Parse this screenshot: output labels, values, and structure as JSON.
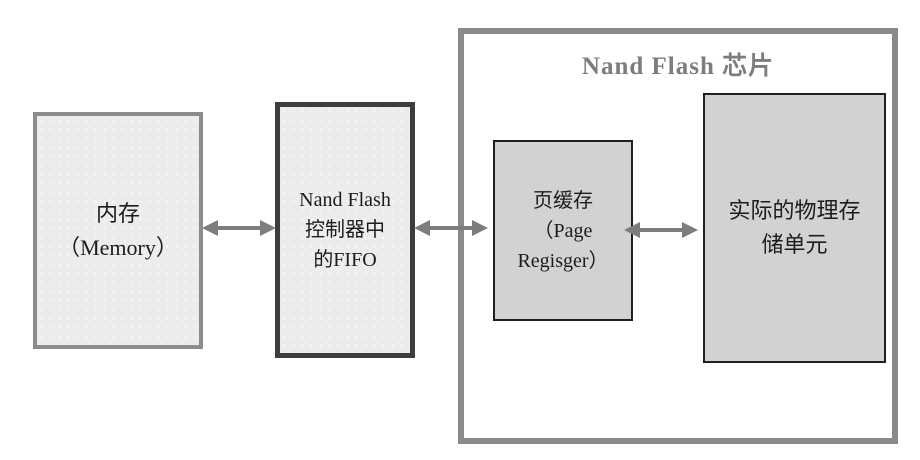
{
  "diagram": {
    "title": "Nand Flash 芯片",
    "memory": {
      "lines": [
        "内存",
        "（Memory）"
      ]
    },
    "fifo": {
      "lines": [
        "Nand Flash",
        "控制器中",
        "的FIFO"
      ]
    },
    "page_register": {
      "lines": [
        "页缓存",
        "（Page",
        "Regisger）"
      ]
    },
    "physical_storage": {
      "lines": [
        "实际的物理存",
        "储单元"
      ]
    },
    "arrows": [
      {
        "name": "memory-to-fifo",
        "direction": "bidirectional"
      },
      {
        "name": "fifo-to-page-register",
        "direction": "bidirectional"
      },
      {
        "name": "page-register-to-physical-storage",
        "direction": "bidirectional"
      }
    ],
    "colors": {
      "arrow": "#7d7d7d",
      "chip_border": "#8a8a8a",
      "chip_title_text": "#7d7d7d",
      "memory_border": "#8c8c8c",
      "fifo_border": "#3d3d3d",
      "inner_box_border": "#1f1f1f",
      "inner_box_fill": "#d2d2d2",
      "light_box_fill": "#ececec",
      "text": "#1c1c1c"
    }
  }
}
